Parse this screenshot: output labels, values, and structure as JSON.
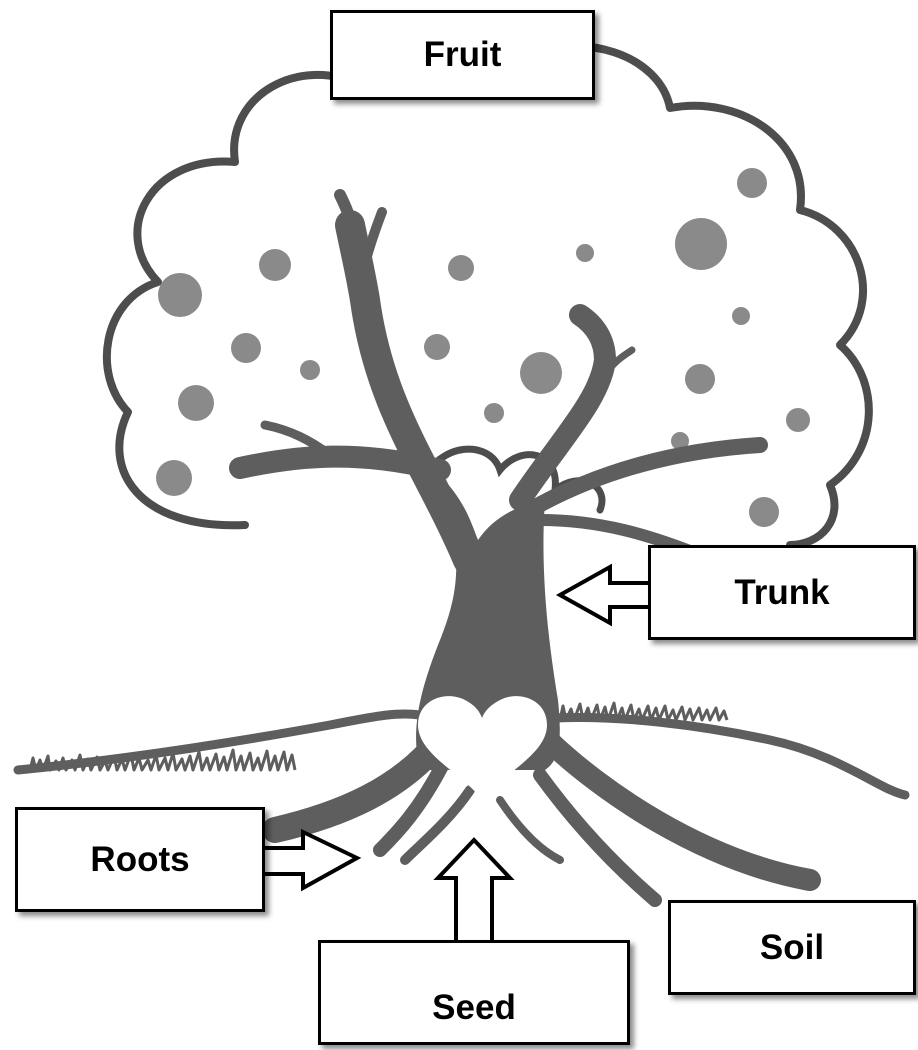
{
  "labels": {
    "fruit": "Fruit",
    "trunk": "Trunk",
    "roots": "Roots",
    "seed": "Seed",
    "soil": "Soil"
  },
  "colors": {
    "tree": "#5e5e5e",
    "fruit": "#8a8a8a",
    "outline": "#4d4d4d",
    "box_border": "#000000",
    "background": "#ffffff"
  }
}
